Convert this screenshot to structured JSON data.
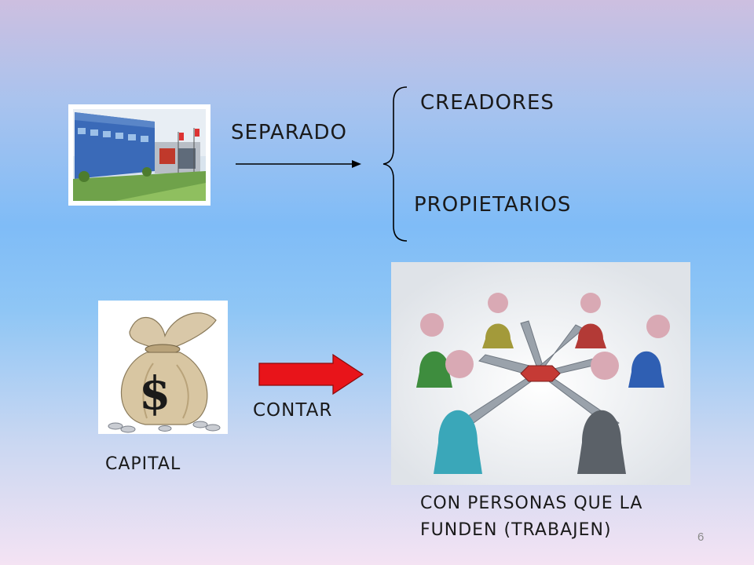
{
  "slide": {
    "separado": "SEPARADO",
    "creadores": "CREADORES",
    "propietarios": "PROPIETARIOS",
    "contar": "CONTAR",
    "capital": "CAPITAL",
    "personas_line1": "CON PERSONAS QUE LA",
    "personas_line2": "FUNDEN (TRABAJEN)",
    "page_number": "6"
  },
  "colors": {
    "arrow_red": "#e8141a",
    "text": "#1a1a1a"
  },
  "icons": [
    "building-photo",
    "money-bag-photo",
    "people-network-photo",
    "black-arrow-icon",
    "red-arrow-icon",
    "curly-brace-icon"
  ]
}
